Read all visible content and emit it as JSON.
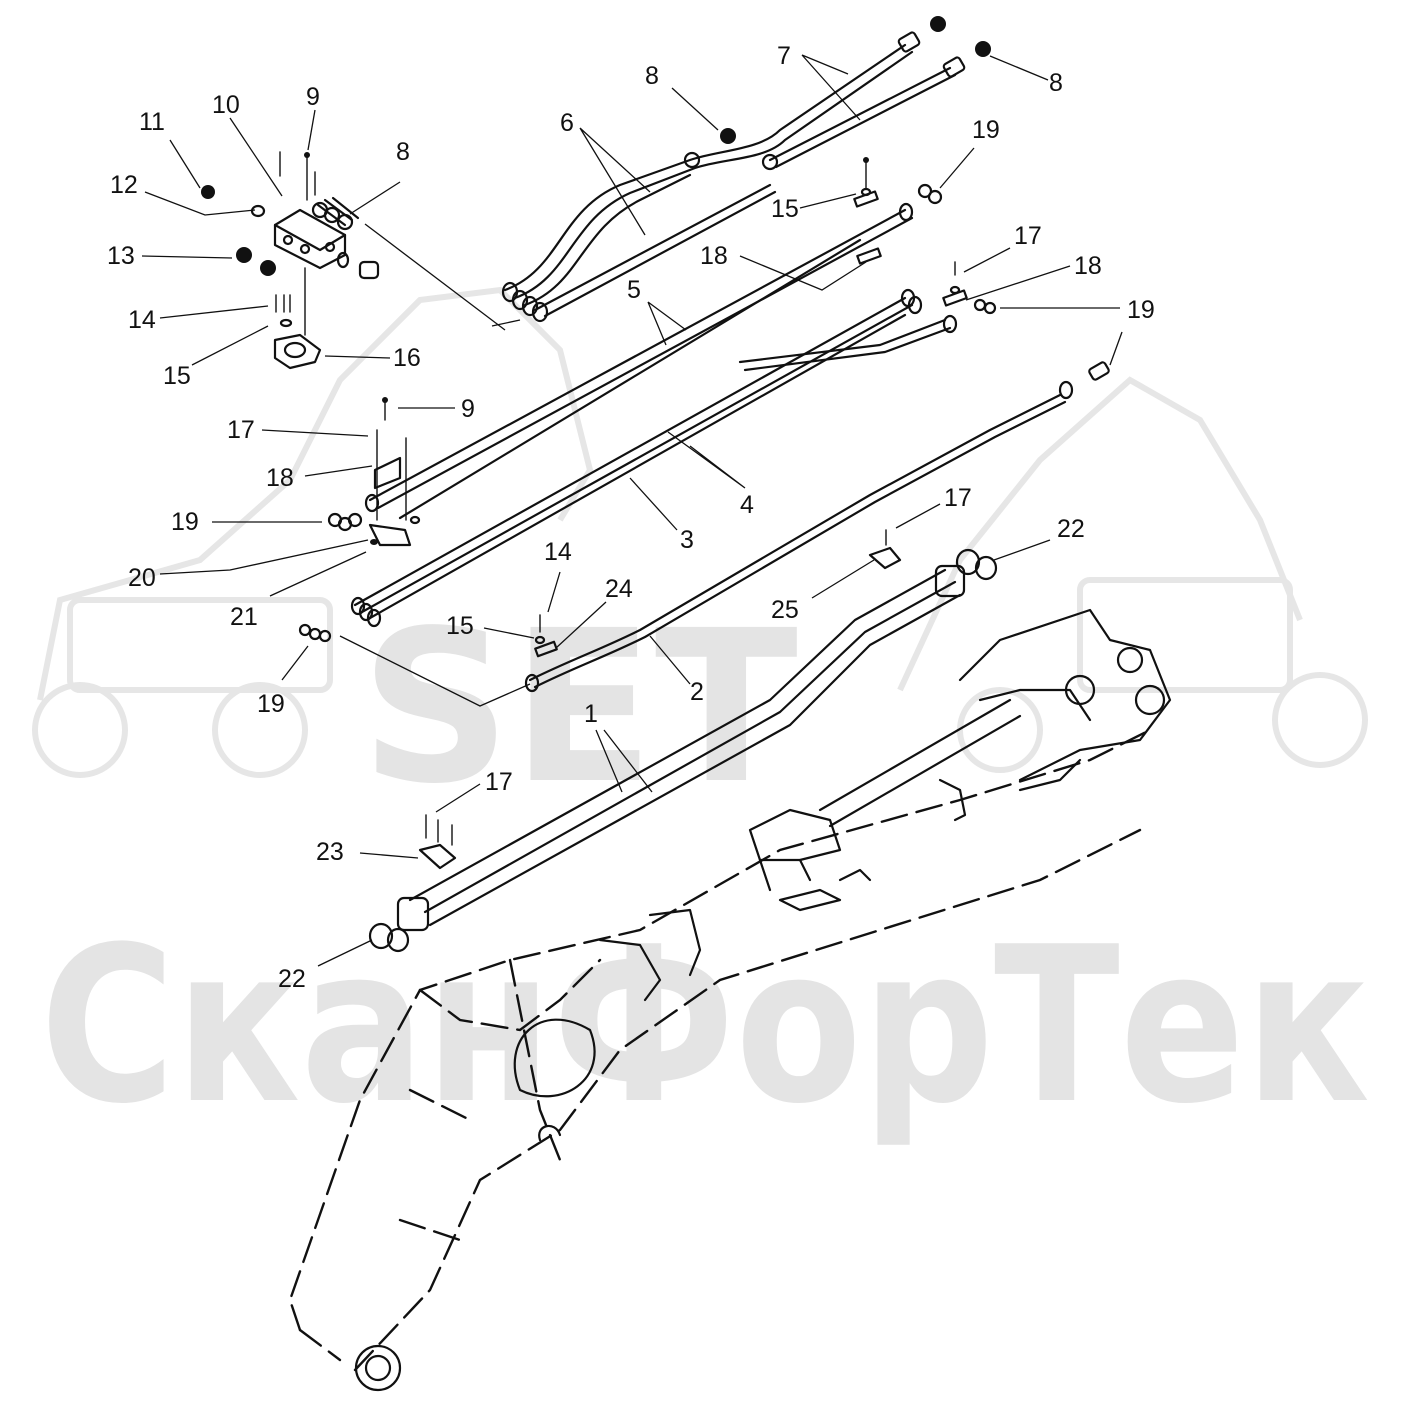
{
  "watermark": {
    "brand": "SET",
    "company": "СканФорТек",
    "color": "#e4e4e4"
  },
  "callouts": [
    {
      "id": "c1",
      "text": "1"
    },
    {
      "id": "c2",
      "text": "2"
    },
    {
      "id": "c3",
      "text": "3"
    },
    {
      "id": "c4",
      "text": "4"
    },
    {
      "id": "c5",
      "text": "5"
    },
    {
      "id": "c6",
      "text": "6"
    },
    {
      "id": "c7",
      "text": "7"
    },
    {
      "id": "c8a",
      "text": "8"
    },
    {
      "id": "c8b",
      "text": "8"
    },
    {
      "id": "c8c",
      "text": "8"
    },
    {
      "id": "c9a",
      "text": "9"
    },
    {
      "id": "c9b",
      "text": "9"
    },
    {
      "id": "c10",
      "text": "10"
    },
    {
      "id": "c11",
      "text": "11"
    },
    {
      "id": "c12",
      "text": "12"
    },
    {
      "id": "c13",
      "text": "13"
    },
    {
      "id": "c14a",
      "text": "14"
    },
    {
      "id": "c14b",
      "text": "14"
    },
    {
      "id": "c15a",
      "text": "15"
    },
    {
      "id": "c15b",
      "text": "15"
    },
    {
      "id": "c15c",
      "text": "15"
    },
    {
      "id": "c16",
      "text": "16"
    },
    {
      "id": "c17a",
      "text": "17"
    },
    {
      "id": "c17b",
      "text": "17"
    },
    {
      "id": "c17c",
      "text": "17"
    },
    {
      "id": "c17d",
      "text": "17"
    },
    {
      "id": "c18a",
      "text": "18"
    },
    {
      "id": "c18b",
      "text": "18"
    },
    {
      "id": "c18c",
      "text": "18"
    },
    {
      "id": "c19a",
      "text": "19"
    },
    {
      "id": "c19b",
      "text": "19"
    },
    {
      "id": "c19c",
      "text": "19"
    },
    {
      "id": "c19d",
      "text": "19"
    },
    {
      "id": "c20",
      "text": "20"
    },
    {
      "id": "c21",
      "text": "21"
    },
    {
      "id": "c22a",
      "text": "22"
    },
    {
      "id": "c22b",
      "text": "22"
    },
    {
      "id": "c23",
      "text": "23"
    },
    {
      "id": "c24",
      "text": "24"
    },
    {
      "id": "c25",
      "text": "25"
    }
  ]
}
